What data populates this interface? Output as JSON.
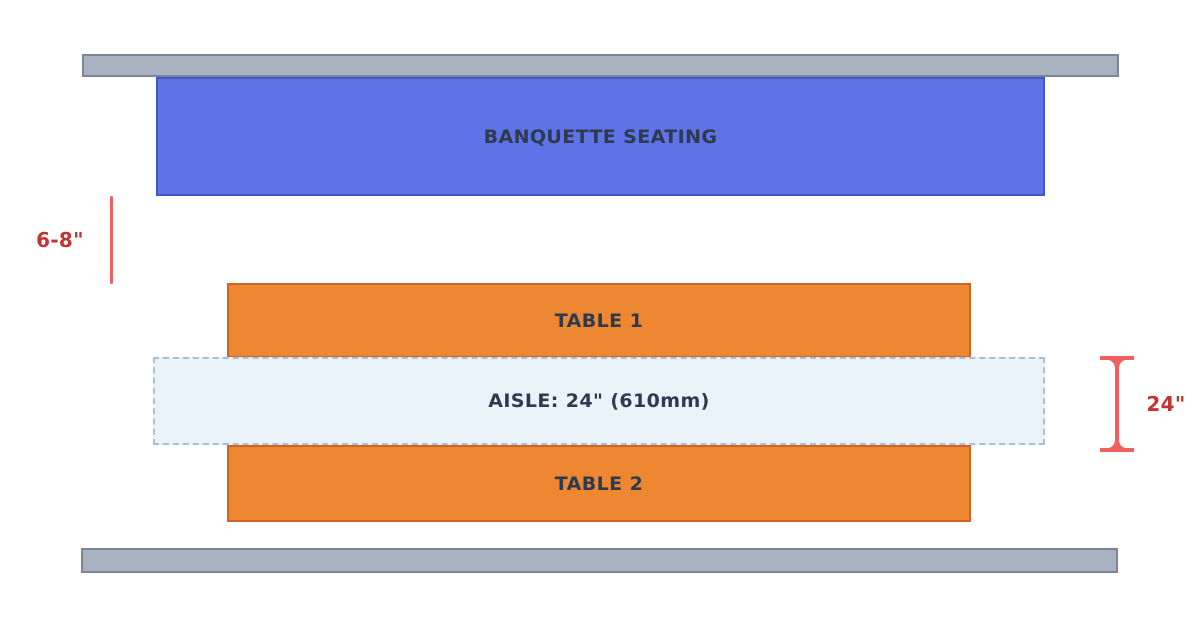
{
  "diagram": {
    "description": "Restaurant banquette and table aisle clearance layout",
    "walls": {
      "fill": "#A9B2C0",
      "border": "#7A8694"
    },
    "banquette": {
      "label": "BANQUETTE SEATING",
      "fill": "#5E73E8",
      "border": "#4355C9"
    },
    "table1": {
      "label": "TABLE 1",
      "fill": "#EE8732",
      "border": "#CF6523"
    },
    "aisle": {
      "label": "AISLE: 24\" (610mm)",
      "fill": "#EAF2FA",
      "border": "#A8BFD8"
    },
    "table2": {
      "label": "TABLE 2",
      "fill": "#EE8732",
      "border": "#CF6523"
    },
    "dimensions": {
      "left": {
        "label": "6-8\"",
        "text_color": "#C13434",
        "line_color": "#F15F5F"
      },
      "right": {
        "label": "24\"",
        "text_color": "#C13434",
        "marker_color": "#F15F5F"
      }
    },
    "label_text_color": "#2E3A4D",
    "background": "#FFFFFF"
  }
}
